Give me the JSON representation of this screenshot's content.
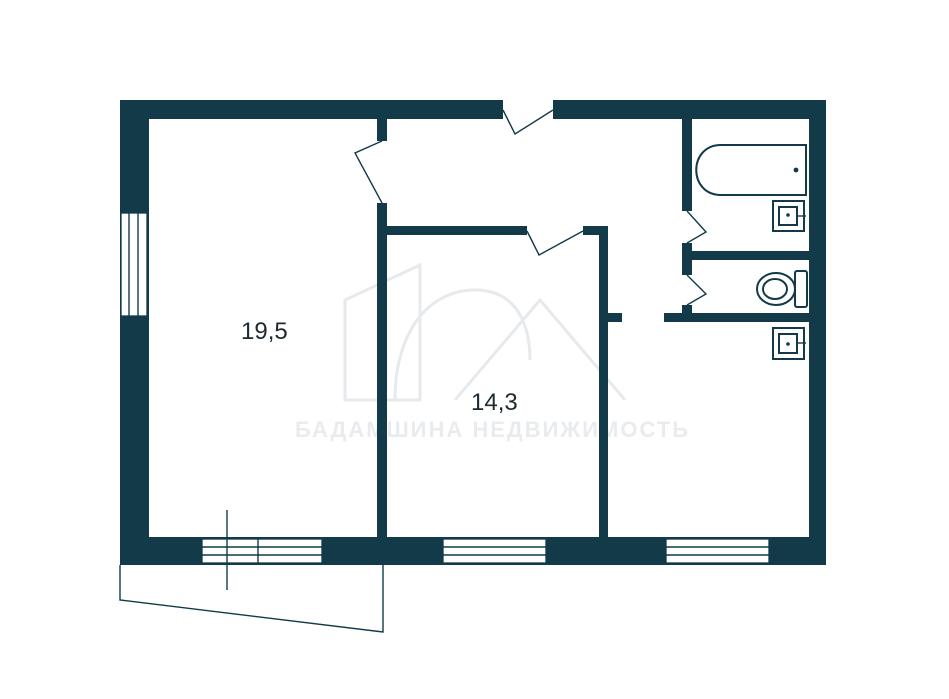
{
  "rooms": [
    {
      "id": "room-1",
      "area": "19,5"
    },
    {
      "id": "room-2",
      "area": "14,3"
    }
  ],
  "colors": {
    "wall": "#123a48",
    "background": "#ffffff",
    "label": "#1f2a30"
  }
}
